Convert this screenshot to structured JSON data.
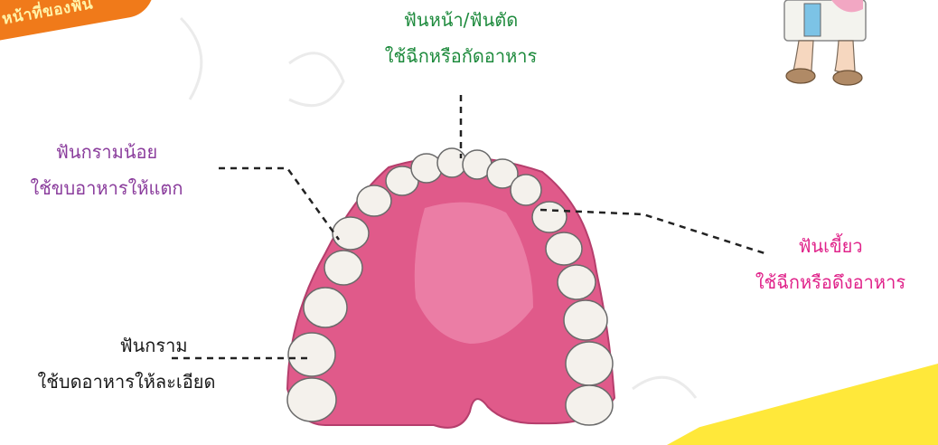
{
  "header": {
    "tab_label": "หน้าที่ของฟัน"
  },
  "labels": {
    "incisor": {
      "name": "ฟันหน้า/ฟันตัด",
      "function": "ใช้ฉีกหรือกัดอาหาร"
    },
    "premolar": {
      "name": "ฟันกรามน้อย",
      "function": "ใช้ขบอาหารให้แตก"
    },
    "canine": {
      "name": "ฟันเขี้ยว",
      "function": "ใช้ฉีกหรือดึงอาหาร"
    },
    "molar": {
      "name": "ฟันกราม",
      "function": "ใช้บดอาหารให้ละเอียด"
    }
  },
  "colors": {
    "tab": "#f07a1a",
    "incisor_text": "#1d8a3c",
    "premolar_text": "#8a3c9c",
    "canine_text": "#e0238a",
    "molar_text": "#1a1a1a",
    "gum": "#e05a8a",
    "tooth": "#f4f1ec",
    "accent_corner": "#ffe83a"
  },
  "icons": [
    "dental-arch-illustration",
    "character-figure-illustration"
  ]
}
